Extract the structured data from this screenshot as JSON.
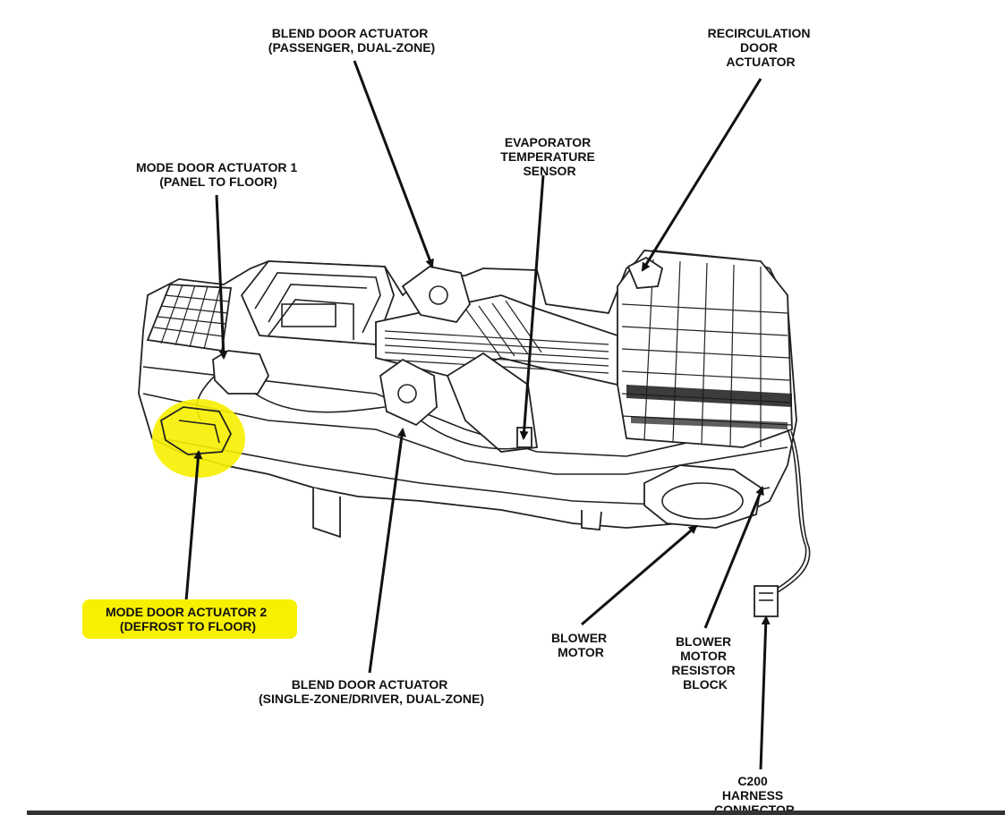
{
  "diagram": {
    "labels": {
      "blend_door_passenger": [
        "BLEND DOOR ACTUATOR",
        "(PASSENGER, DUAL-ZONE)"
      ],
      "recirculation": [
        "RECIRCULATION",
        "DOOR",
        "ACTUATOR"
      ],
      "evaporator": [
        "EVAPORATOR",
        "TEMPERATURE",
        "SENSOR"
      ],
      "mode_door_1": [
        "MODE DOOR ACTUATOR 1",
        "(PANEL TO FLOOR)"
      ],
      "mode_door_2": [
        "MODE DOOR ACTUATOR 2",
        "(DEFROST TO FLOOR)"
      ],
      "blend_door_driver": [
        "BLEND DOOR ACTUATOR",
        "(SINGLE-ZONE/DRIVER, DUAL-ZONE)"
      ],
      "blower_motor": [
        "BLOWER",
        "MOTOR"
      ],
      "blower_resistor": [
        "BLOWER",
        "MOTOR",
        "RESISTOR",
        "BLOCK"
      ],
      "c200": [
        "C200",
        "HARNESS",
        "CONNECTOR"
      ]
    },
    "highlight_color": "#f7f000",
    "line_color": "#111111"
  }
}
